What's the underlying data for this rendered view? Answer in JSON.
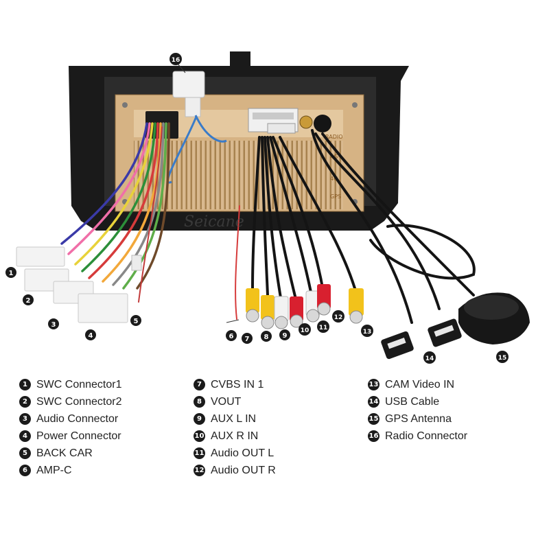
{
  "figure": {
    "brand_watermark": "Seicane",
    "unit_labels": [
      "RADIO",
      "4G+",
      "4G",
      "GPS"
    ]
  },
  "callouts": [
    {
      "num": "1"
    },
    {
      "num": "2"
    },
    {
      "num": "3"
    },
    {
      "num": "4"
    },
    {
      "num": "5"
    },
    {
      "num": "6"
    },
    {
      "num": "7"
    },
    {
      "num": "8"
    },
    {
      "num": "9"
    },
    {
      "num": "10"
    },
    {
      "num": "11"
    },
    {
      "num": "12"
    },
    {
      "num": "13"
    },
    {
      "num": "14"
    },
    {
      "num": "15"
    },
    {
      "num": "16"
    }
  ],
  "legend": {
    "columns": [
      [
        {
          "num": "1",
          "label": "SWC Connector1"
        },
        {
          "num": "2",
          "label": "SWC Connector2"
        },
        {
          "num": "3",
          "label": "Audio Connector"
        },
        {
          "num": "4",
          "label": "Power Connector"
        },
        {
          "num": "5",
          "label": "BACK CAR"
        },
        {
          "num": "6",
          "label": "AMP-C"
        }
      ],
      [
        {
          "num": "7",
          "label": "CVBS IN 1"
        },
        {
          "num": "8",
          "label": "VOUT"
        },
        {
          "num": "9",
          "label": "AUX L IN"
        },
        {
          "num": "10",
          "label": "AUX R IN"
        },
        {
          "num": "11",
          "label": "Audio OUT L"
        },
        {
          "num": "12",
          "label": "Audio OUT R"
        }
      ],
      [
        {
          "num": "13",
          "label": "CAM Video IN"
        },
        {
          "num": "14",
          "label": "USB Cable"
        },
        {
          "num": "15",
          "label": "GPS Antenna"
        },
        {
          "num": "16",
          "label": "Radio Connector"
        }
      ]
    ]
  },
  "colors": {
    "frame": "#1a1a1a",
    "chassis": "#d7b68a",
    "rca_yellow": "#f2c21b",
    "rca_white": "#f2f2f2",
    "rca_red": "#d8202f",
    "cable": "#141414"
  }
}
